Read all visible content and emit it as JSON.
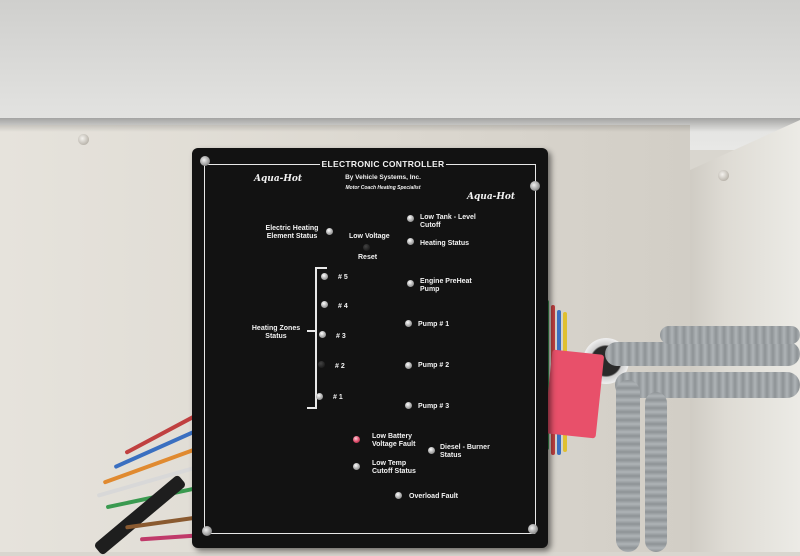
{
  "panel": {
    "title": "ELECTRONIC CONTROLLER",
    "subtitle": "By Vehicle Systems, Inc.",
    "tagline": "Motor Coach Heating Specialist",
    "logo_left": "Aqua-Hot",
    "logo_right": "Aqua-Hot"
  },
  "indicators": {
    "electric_heating": [
      "Electric Heating",
      "Element Status"
    ],
    "low_voltage": "Low Voltage",
    "reset": "Reset",
    "low_tank": [
      "Low Tank - Level",
      "Cutoff"
    ],
    "heating_status": "Heating Status",
    "engine_preheat": [
      "Engine PreHeat",
      "Pump"
    ],
    "pump1": "Pump # 1",
    "pump2": "Pump # 2",
    "pump3": "Pump # 3",
    "heating_zones": [
      "Heating Zones",
      "Status"
    ],
    "zone5": "# 5",
    "zone4": "# 4",
    "zone3": "# 3",
    "zone2": "# 2",
    "zone1": "# 1",
    "low_battery": [
      "Low Battery",
      "Voltage Fault"
    ],
    "low_temp": [
      "Low Temp",
      "Cutoff Status"
    ],
    "diesel_burner": [
      "Diesel - Burner",
      "Status"
    ],
    "overload": "Overload Fault"
  },
  "colors": {
    "panel": "#121212",
    "fault_led": "#e0506e",
    "tape": "#e8506a",
    "conduit": "#9ea3a6"
  }
}
